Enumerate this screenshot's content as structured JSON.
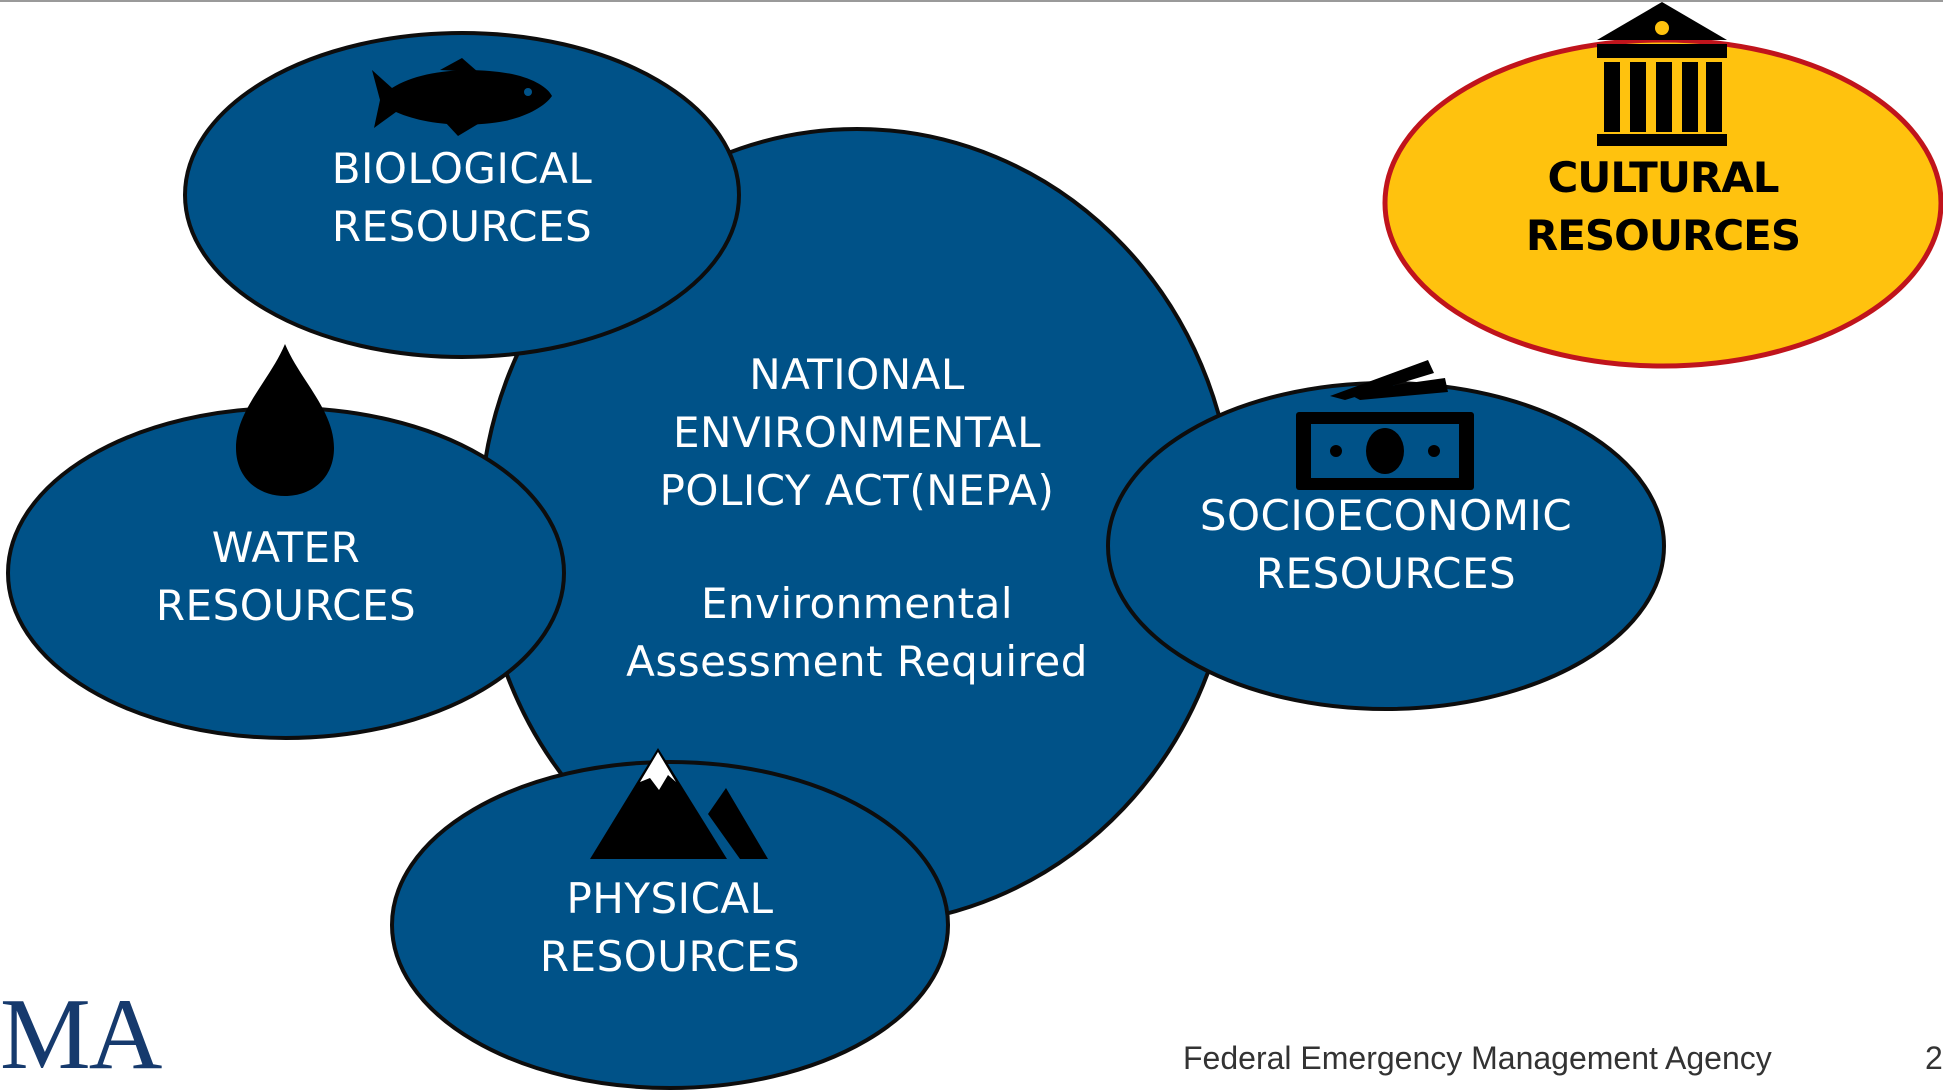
{
  "colors": {
    "bubble_fill": "#005288",
    "bubble_stroke": "#0d0d0d",
    "highlight_fill": "#ffc20e",
    "highlight_stroke": "#c0141c",
    "icon_fill": "#000000",
    "logo_text": "#163a6d"
  },
  "center": {
    "title": "NATIONAL\nENVIRONMENTAL\nPOLICY ACT(NEPA)",
    "subtitle": "Environmental\nAssessment Required"
  },
  "nodes": [
    {
      "id": "biological",
      "label": "BIOLOGICAL\nRESOURCES",
      "icon": "fish-icon",
      "highlighted": false
    },
    {
      "id": "water",
      "label": "WATER\nRESOURCES",
      "icon": "water-drop-icon",
      "highlighted": false
    },
    {
      "id": "physical",
      "label": "PHYSICAL\nRESOURCES",
      "icon": "mountain-icon",
      "highlighted": false
    },
    {
      "id": "socioeconomic",
      "label": "SOCIOECONOMIC\nRESOURCES",
      "icon": "money-icon",
      "highlighted": false
    },
    {
      "id": "cultural",
      "label": "CULTURAL\nRESOURCES",
      "icon": "museum-icon",
      "highlighted": true
    }
  ],
  "footer": {
    "logo_text": "MA",
    "agency": "Federal Emergency Management Agency",
    "page_number": "2"
  }
}
